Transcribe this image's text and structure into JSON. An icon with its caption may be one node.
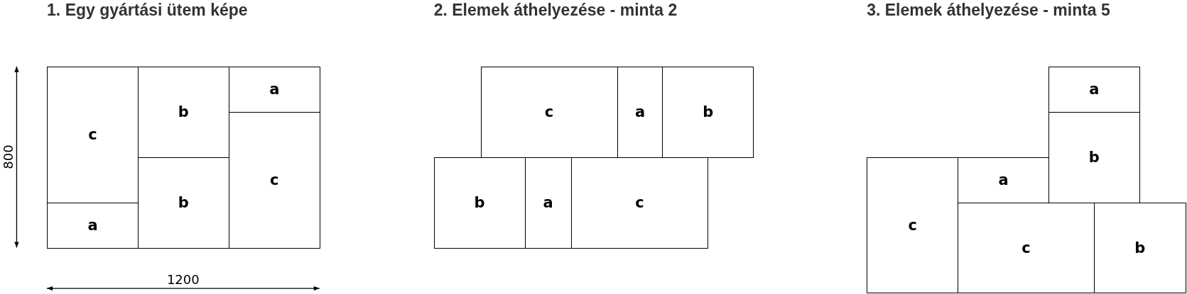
{
  "diagram": {
    "nodes": [
      {
        "text": [
          "1. Egy gyártási ütem képe"
        ]
      },
      {
        "text": [
          "c"
        ],
        "in": 0
      },
      {
        "text": [
          "b"
        ],
        "in": 0
      },
      {
        "text": [
          "a"
        ],
        "in": 0
      },
      {
        "text": [
          "c"
        ],
        "in": 0
      },
      {
        "text": [
          "b"
        ],
        "in": 0
      },
      {
        "text": [
          "a"
        ],
        "in": 0
      },
      {
        "text": [
          "2. Elemek áthelyezése - minta 2"
        ]
      },
      {
        "text": [
          "c"
        ],
        "in": 7
      },
      {
        "text": [
          "a"
        ],
        "in": 7
      },
      {
        "text": [
          "b"
        ],
        "in": 7
      },
      {
        "text": [
          "b"
        ],
        "in": 7
      },
      {
        "text": [
          "a"
        ],
        "in": 7
      },
      {
        "text": [
          "c"
        ],
        "in": 7
      },
      {
        "text": [
          "3. Elemek áthelyezése - minta 5"
        ]
      },
      {
        "text": [
          "a"
        ],
        "in": 14
      },
      {
        "text": [
          "b"
        ],
        "in": 14
      },
      {
        "text": [
          "a"
        ],
        "in": 14
      },
      {
        "text": [
          "c"
        ],
        "in": 14
      },
      {
        "text": [
          "c"
        ],
        "in": 14
      },
      {
        "text": [
          "b"
        ],
        "in": 14
      }
    ],
    "labels": [
      "800",
      "1200"
    ]
  }
}
